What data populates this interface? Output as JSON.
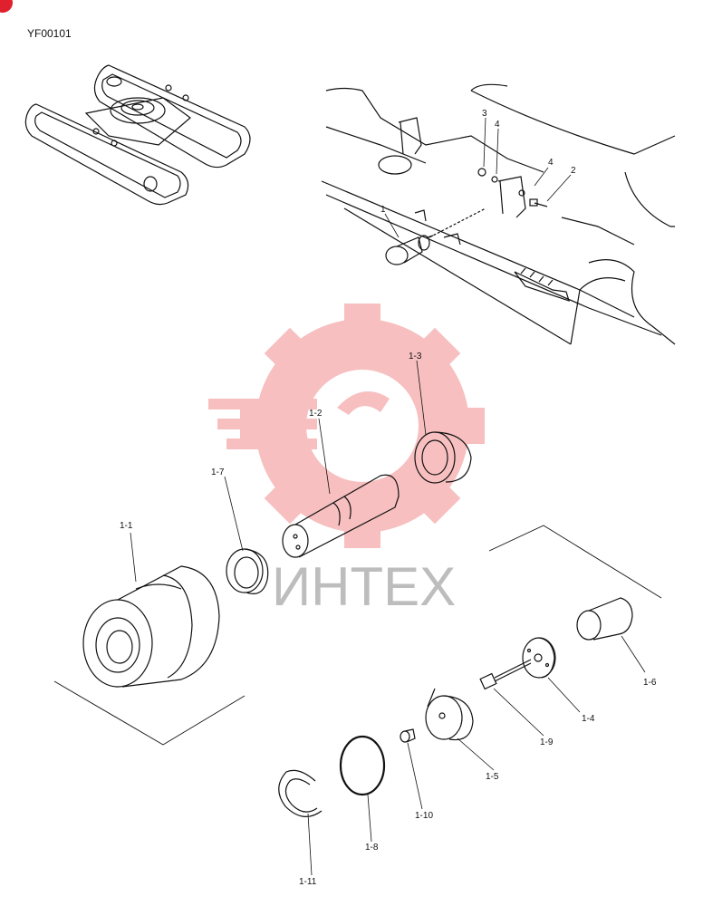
{
  "document": {
    "code": "YF00101"
  },
  "watermark": {
    "text": "ИНТЕХ",
    "gear_color": "#f28b8b",
    "text_color": "#bdbdbd"
  },
  "callouts": {
    "top_1": "1",
    "top_2": "2",
    "top_3": "3",
    "top_4a": "4",
    "top_4b": "4",
    "p1_1": "1-1",
    "p1_2": "1-2",
    "p1_3": "1-3",
    "p1_4": "1-4",
    "p1_5": "1-5",
    "p1_6": "1-6",
    "p1_7": "1-7",
    "p1_8": "1-8",
    "p1_9": "1-9",
    "p1_10": "1-10",
    "p1_11": "1-11"
  },
  "colors": {
    "line": "#111111",
    "accent": "#e0202c"
  }
}
